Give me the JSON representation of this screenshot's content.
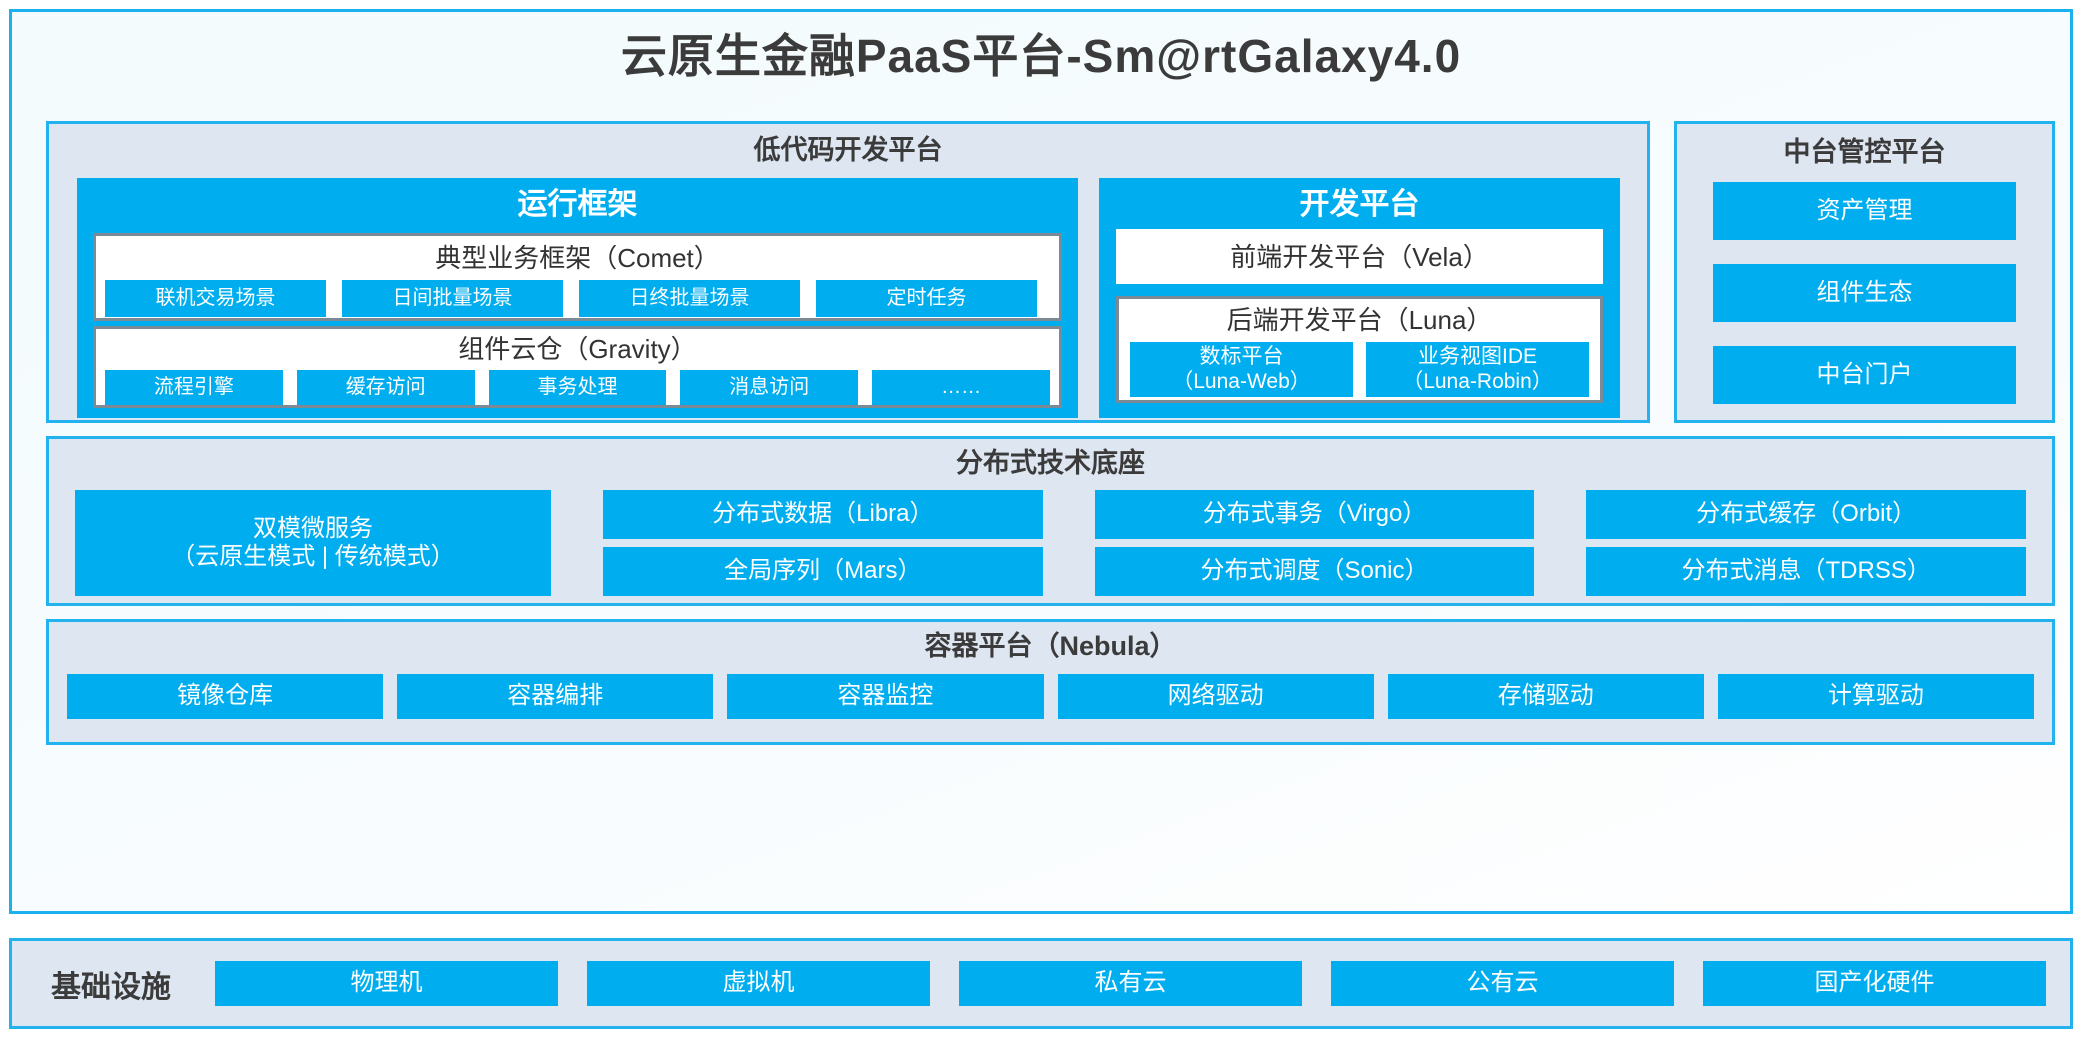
{
  "page": {
    "title": "云原生金融PaaS平台-Sm@rtGalaxy4.0",
    "accent_cyan": "#00AEEF",
    "panel_bg": "#DEE6F1",
    "panel_border": "#22B2EE",
    "inner_border_gray": "#7C8A95",
    "text_dark": "#3B3B3B"
  },
  "lowcode": {
    "title": "低代码开发平台",
    "runtime": {
      "title": "运行框架",
      "comet": {
        "title": "典型业务框架（Comet）",
        "items": [
          {
            "label": "联机交易场景"
          },
          {
            "label": "日间批量场景"
          },
          {
            "label": "日终批量场景"
          },
          {
            "label": "定时任务"
          }
        ]
      },
      "gravity": {
        "title": "组件云仓（Gravity）",
        "items": [
          {
            "label": "流程引擎"
          },
          {
            "label": "缓存访问"
          },
          {
            "label": "事务处理"
          },
          {
            "label": "消息访问"
          },
          {
            "label": "……"
          }
        ]
      }
    },
    "devplatform": {
      "title": "开发平台",
      "vela": {
        "title": "前端开发平台（Vela）"
      },
      "luna": {
        "title": "后端开发平台（Luna）",
        "items": [
          {
            "label": "数标平台\n（Luna-Web）"
          },
          {
            "label": "业务视图IDE\n（Luna-Robin）"
          }
        ]
      }
    }
  },
  "midoffice": {
    "title": "中台管控平台",
    "items": [
      {
        "label": "资产管理"
      },
      {
        "label": "组件生态"
      },
      {
        "label": "中台门户"
      }
    ]
  },
  "techbase": {
    "title": "分布式技术底座",
    "microservice": {
      "label": "双模微服务\n（云原生模式 | 传统模式）"
    },
    "columns": [
      {
        "top": "分布式数据（Libra）",
        "bottom": "全局序列（Mars）"
      },
      {
        "top": "分布式事务（Virgo）",
        "bottom": "分布式调度（Sonic）"
      },
      {
        "top": "分布式缓存（Orbit）",
        "bottom": "分布式消息（TDRSS）"
      }
    ]
  },
  "container": {
    "title": "容器平台（Nebula）",
    "items": [
      {
        "label": "镜像仓库"
      },
      {
        "label": "容器编排"
      },
      {
        "label": "容器监控"
      },
      {
        "label": "网络驱动"
      },
      {
        "label": "存储驱动"
      },
      {
        "label": "计算驱动"
      }
    ]
  },
  "infrastructure": {
    "label": "基础设施",
    "items": [
      {
        "label": "物理机"
      },
      {
        "label": "虚拟机"
      },
      {
        "label": "私有云"
      },
      {
        "label": "公有云"
      },
      {
        "label": "国产化硬件"
      }
    ]
  }
}
